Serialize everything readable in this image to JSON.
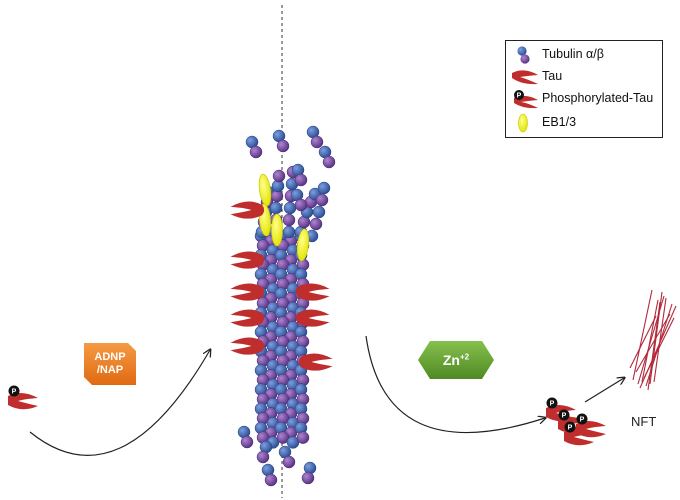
{
  "legend": {
    "tubulin": "Tubulin α/β",
    "tau": "Tau",
    "phospho_tau": "Phosphorylated-Tau",
    "eb": "EB1/3"
  },
  "badges": {
    "adnp": "ADNP\n/NAP",
    "zinc": "Zn",
    "zinc_sup": "+2"
  },
  "phospho_mark": "P",
  "nft_label": "NFT",
  "colors": {
    "tubulin_alpha": "#3f66b3",
    "tubulin_beta": "#7a4fa3",
    "tau": "#c02d2d",
    "eb": "#f2f21a",
    "adnp_badge": "#ee7b22",
    "zinc_badge": "#6aa632",
    "nft": "#b22a3c"
  }
}
